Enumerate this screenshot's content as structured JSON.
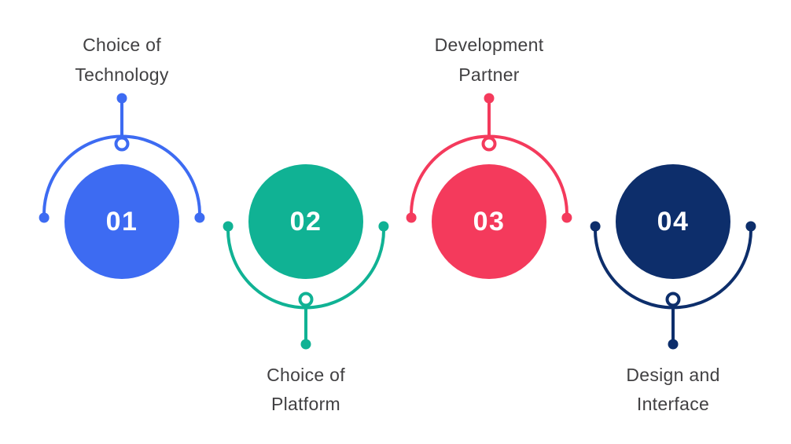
{
  "background": "#FFFFFF",
  "text_color": "#414042",
  "number_color": "#FFFFFF",
  "items": [
    {
      "number": "01",
      "label_lines": [
        "Choice of",
        "Technology"
      ],
      "color": "#3D6BF2",
      "label_position": "top"
    },
    {
      "number": "02",
      "label_lines": [
        "Choice of",
        "Platform"
      ],
      "color": "#10B294",
      "label_position": "bottom"
    },
    {
      "number": "03",
      "label_lines": [
        "Development",
        "Partner"
      ],
      "color": "#F43A5C",
      "label_position": "top"
    },
    {
      "number": "04",
      "label_lines": [
        "Design and",
        "Interface"
      ],
      "color": "#0D2E6B",
      "label_position": "bottom"
    }
  ]
}
